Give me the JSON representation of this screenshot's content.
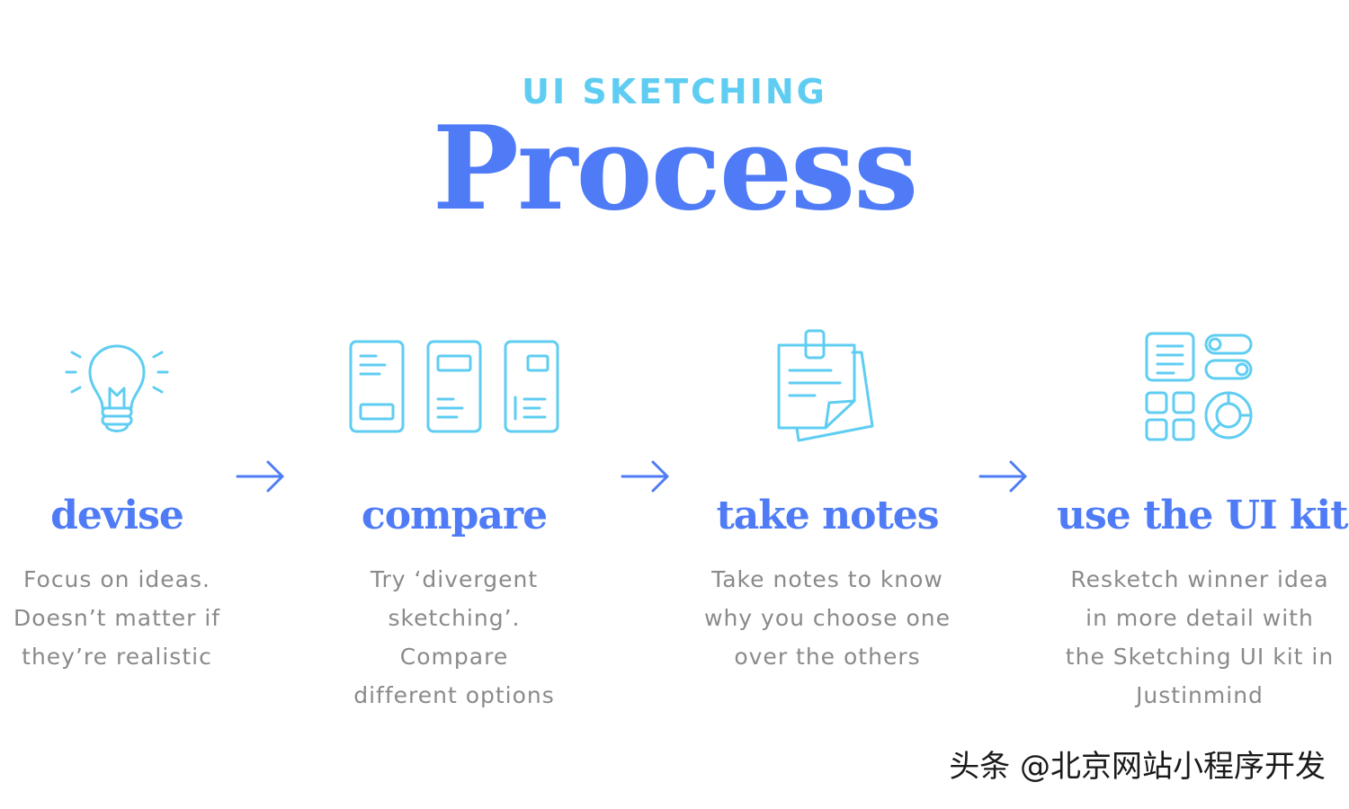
{
  "header": {
    "kicker": "UI SKETCHING",
    "title": "Process"
  },
  "steps": [
    {
      "icon": "lightbulb-icon",
      "heading": "devise",
      "lines": [
        "Focus on ideas.",
        "Doesn’t matter if",
        "they’re realistic"
      ]
    },
    {
      "icon": "wireframes-icon",
      "heading": "compare",
      "lines": [
        "Try ‘divergent",
        "sketching’.",
        "Compare",
        "different options"
      ]
    },
    {
      "icon": "notes-icon",
      "heading": "take notes",
      "lines": [
        "Take notes to know",
        "why you choose one",
        "over the others"
      ]
    },
    {
      "icon": "ui-kit-icon",
      "heading": "use the UI kit",
      "lines": [
        "Resketch winner idea",
        "in more detail with",
        "the Sketching UI kit in",
        "Justinmind"
      ]
    }
  ],
  "watermark": "头条 @北京网站小程序开发",
  "colors": {
    "kicker": "#5fcdf2",
    "title": "#4f7cf6",
    "icon_stroke": "#5fcdf2",
    "arrow": "#4f7cf6",
    "body_text": "#8a8a8a"
  }
}
